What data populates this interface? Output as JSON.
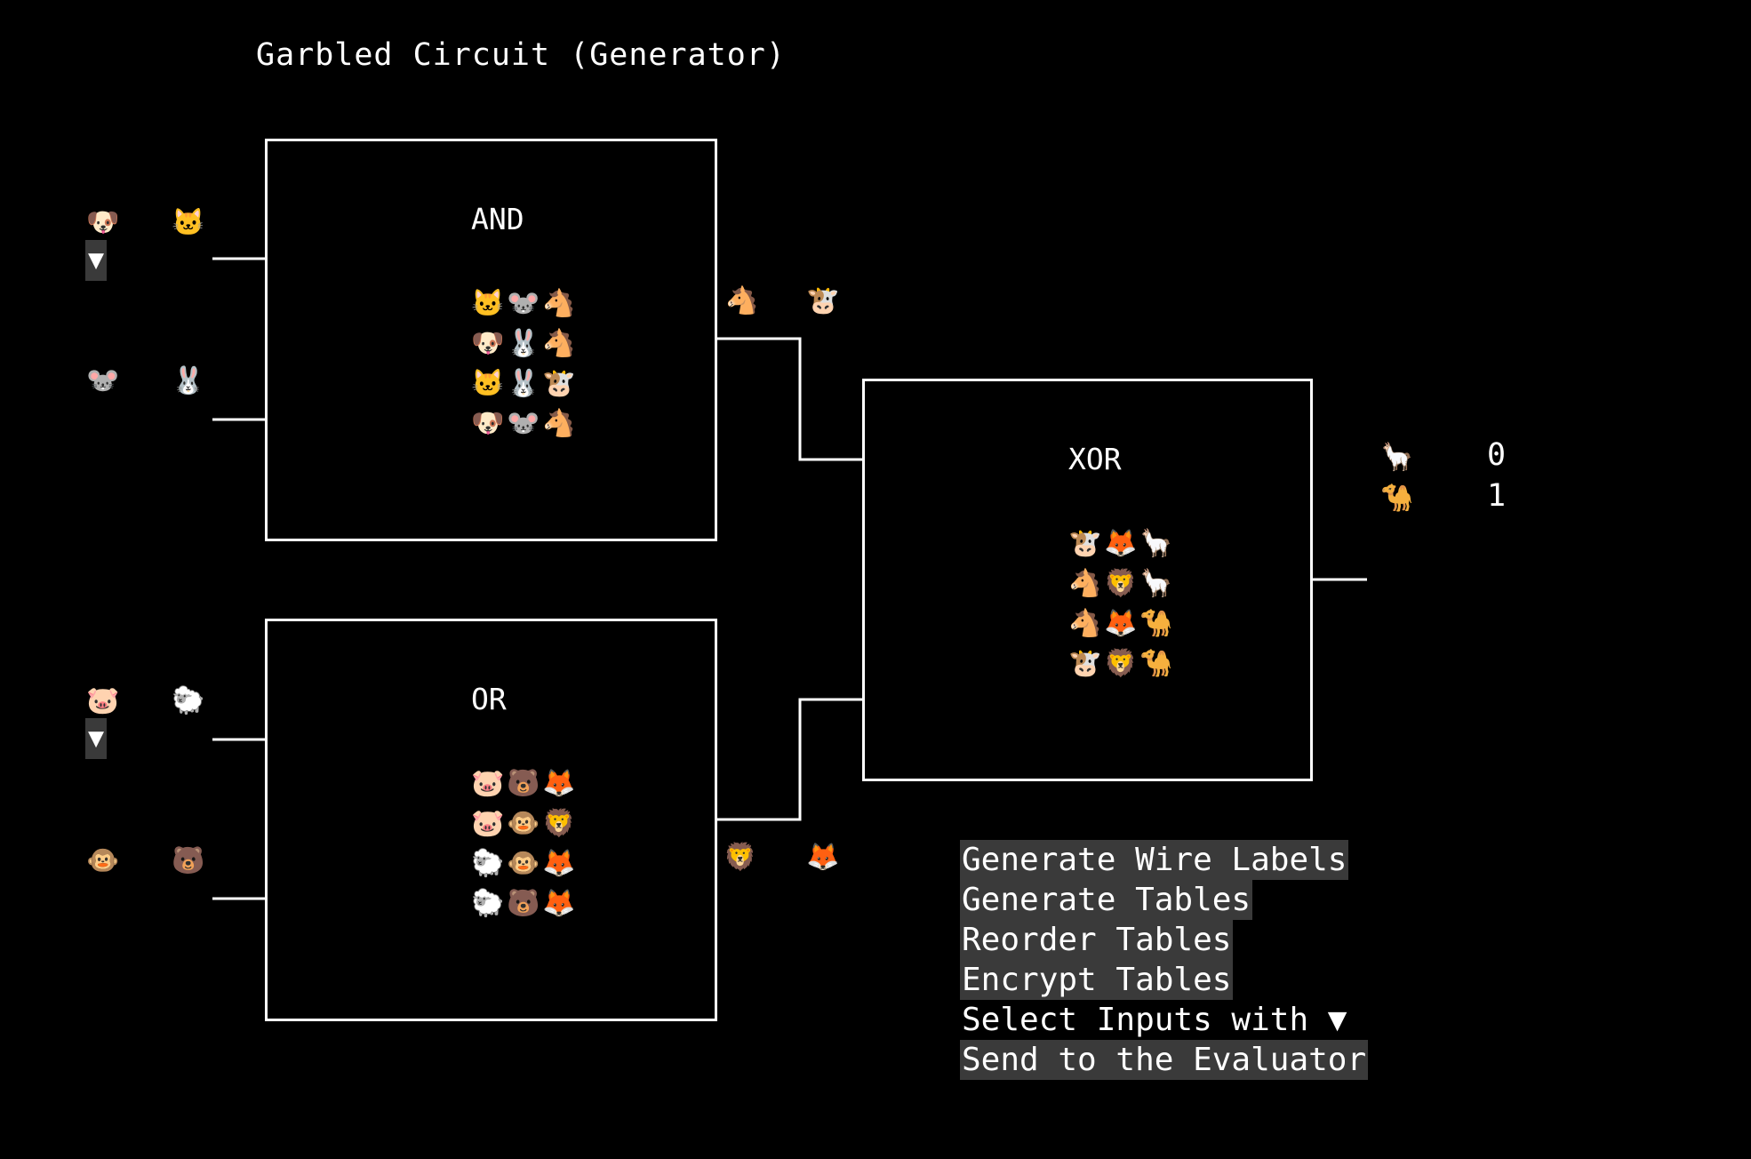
{
  "title": "Garbled Circuit (Generator)",
  "gates": {
    "and": {
      "label": "AND",
      "rows": [
        [
          "🐱",
          "🐭",
          "🐴"
        ],
        [
          "🐶",
          "🐰",
          "🐴"
        ],
        [
          "🐱",
          "🐰",
          "🐮"
        ],
        [
          "🐶",
          "🐭",
          "🐴"
        ]
      ]
    },
    "or": {
      "label": "OR",
      "rows": [
        [
          "🐷",
          "🐻",
          "🦊"
        ],
        [
          "🐷",
          "🐵",
          "🦁"
        ],
        [
          "🐑",
          "🐵",
          "🦊"
        ],
        [
          "🐑",
          "🐻",
          "🦊"
        ]
      ]
    },
    "xor": {
      "label": "XOR",
      "rows": [
        [
          "🐮",
          "🦊",
          "🦙"
        ],
        [
          "🐴",
          "🦁",
          "🦙"
        ],
        [
          "🐴",
          "🦊",
          "🐪"
        ],
        [
          "🐮",
          "🦁",
          "🐪"
        ]
      ]
    }
  },
  "inputs": {
    "a": [
      "🐶",
      "🐱"
    ],
    "b": [
      "🐭",
      "🐰"
    ],
    "c": [
      "🐷",
      "🐑"
    ],
    "d": [
      "🐵",
      "🐻"
    ]
  },
  "select_marker": "▼",
  "and_output": [
    "🐴",
    "🐮"
  ],
  "or_output": [
    "🦁",
    "🦊"
  ],
  "final_output": {
    "labels": [
      "🦙",
      "🐪"
    ],
    "values": [
      "0",
      "1"
    ]
  },
  "menu": {
    "generate_wire_labels": "Generate Wire Labels",
    "generate_tables": "Generate Tables",
    "reorder_tables": "Reorder Tables",
    "encrypt_tables": "Encrypt Tables",
    "select_inputs": "Select Inputs with ▼",
    "send_to_evaluator": "Send to the Evaluator"
  }
}
